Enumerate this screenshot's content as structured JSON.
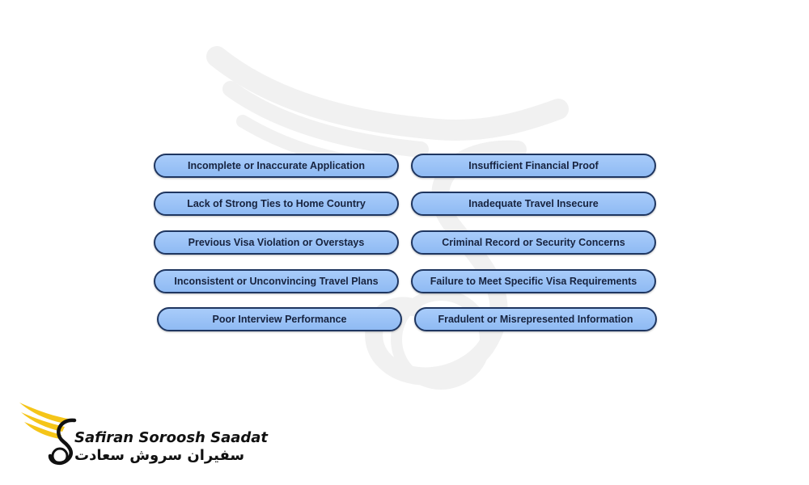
{
  "reasons": [
    "Incomplete or Inaccurate Application",
    "Insufficient Financial Proof",
    "Lack of Strong Ties to Home Country",
    "Inadequate Travel Insecure",
    "Previous Visa Violation or Overstays",
    "Criminal Record or Security Concerns",
    "Inconsistent or Unconvincing Travel Plans",
    "Failure to Meet Specific Visa Requirements",
    "Poor Interview Performance",
    "Fradulent or Misrepresented Information"
  ],
  "brand": {
    "name_en": "Safiran Soroosh Saadat",
    "name_fa": "سفیران سروش سعادت",
    "accent_color": "#f5c518",
    "pill_color": "#9cc3f6",
    "pill_border": "#1f3660"
  }
}
